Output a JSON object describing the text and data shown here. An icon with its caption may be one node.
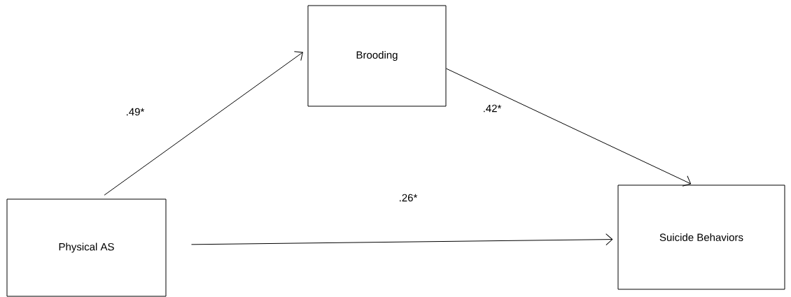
{
  "diagram": {
    "nodes": [
      {
        "text": [
          "Physical AS"
        ]
      },
      {
        "text": [
          "Brooding"
        ]
      },
      {
        "text": [
          "Suicide Behaviors"
        ]
      }
    ],
    "edges": [
      {
        "from": 0,
        "to": 1,
        "arrow": "to",
        "label": ".49*"
      },
      {
        "from": 1,
        "to": 2,
        "arrow": "to",
        "label": ".42*"
      },
      {
        "from": 0,
        "to": 2,
        "arrow": "to",
        "label": ".26*"
      }
    ]
  }
}
